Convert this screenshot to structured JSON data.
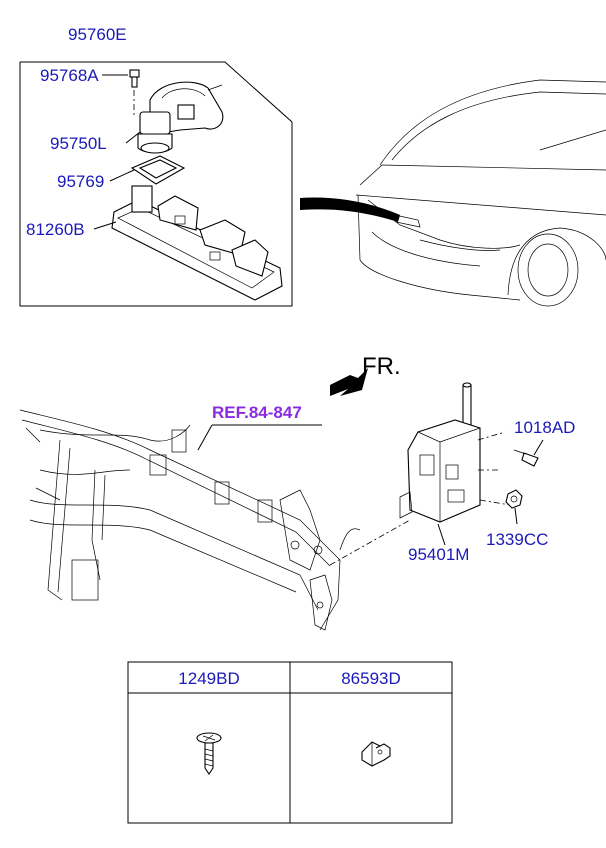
{
  "labels": {
    "assembly": "95760E",
    "screw": "95768A",
    "camera": "95750L",
    "gasket": "95769",
    "housing": "81260B",
    "reference": "REF.84-847",
    "front": "FR.",
    "bolt": "1018AD",
    "nut": "1339CC",
    "module": "95401M"
  },
  "table": {
    "headers": [
      "1249BD",
      "86593D"
    ]
  }
}
